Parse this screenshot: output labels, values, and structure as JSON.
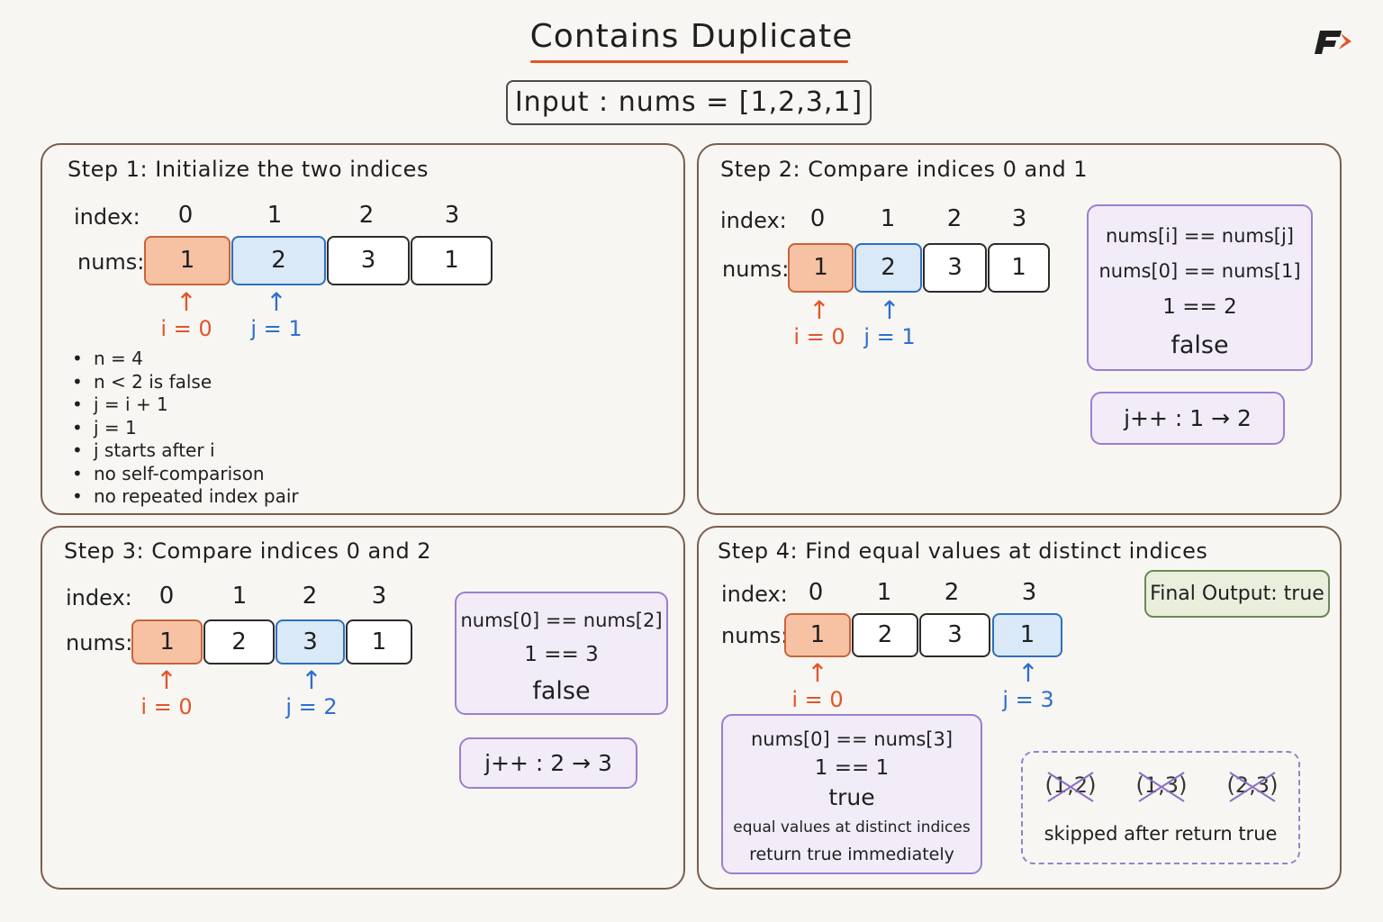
{
  "title": "Contains Duplicate",
  "input": "Input :  nums = [1,2,3,1]",
  "labels": {
    "index": "index:",
    "nums": "nums:"
  },
  "nums": [
    "1",
    "2",
    "3",
    "1"
  ],
  "indices": [
    "0",
    "1",
    "2",
    "3"
  ],
  "colors": {
    "accent_orange": "#e2552a",
    "accent_blue": "#2e6fd1",
    "panel_border": "#7a5e4e",
    "purple": "#9a7fcf",
    "green": "#6a8a55"
  },
  "step1": {
    "title": "Step 1:  Initialize  the  two  indices",
    "i_label": "i = 0",
    "j_label": "j = 1",
    "bullets": [
      "n = 4",
      "n < 2 is false",
      "j = i + 1",
      "j = 1",
      "j starts after i",
      "no self-comparison",
      "no repeated index pair"
    ]
  },
  "step2": {
    "title": "Step 2:  Compare indices 0 and 1",
    "i_label": "i = 0",
    "j_label": "j = 1",
    "compare": [
      "nums[i] == nums[j]",
      "nums[0] == nums[1]",
      "1 == 2",
      "false"
    ],
    "increment": "j++ : 1 → 2"
  },
  "step3": {
    "title": "Step 3:  Compare indices 0 and 2",
    "i_label": "i = 0",
    "j_label": "j = 2",
    "compare": [
      "nums[0] == nums[2]",
      "1 == 3",
      "false"
    ],
    "increment": "j++ : 2 → 3"
  },
  "step4": {
    "title": "Step 4:  Find equal values at distinct indices",
    "i_label": "i = 0",
    "j_label": "j = 3",
    "final_output": "Final Output: true",
    "compare": [
      "nums[0] == nums[3]",
      "1 == 1",
      "true",
      "equal values at distinct indices",
      "return true immediately"
    ],
    "skipped_pairs": [
      "(1,2)",
      "(1,3)",
      "(2,3)"
    ],
    "skipped_note": "skipped after return true"
  }
}
